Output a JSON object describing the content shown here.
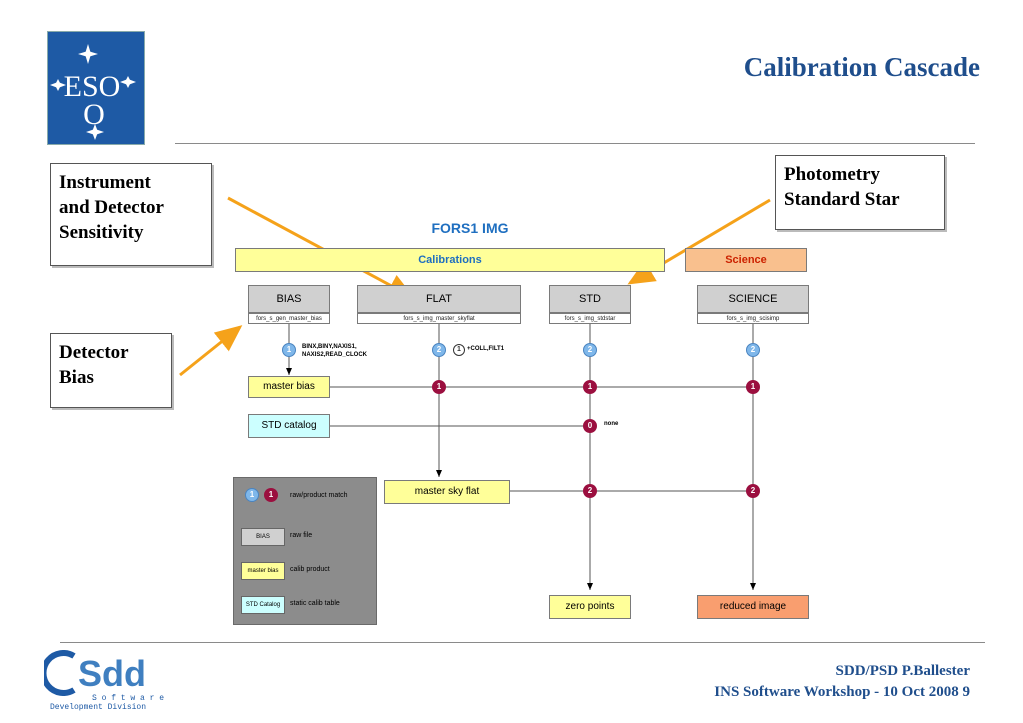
{
  "slide": {
    "title": "Calibration Cascade",
    "logo": "ESO",
    "footer_author": "SDD/PSD P.Ballester",
    "footer_event": "INS Software Workshop -  10 Oct 2008  9",
    "sdd_logo_text": "Sdd",
    "sdd_software": "S o f t w a r e",
    "sdd_division": "Development Division"
  },
  "callouts": {
    "instrument": [
      "Instrument",
      "and Detector",
      "Sensitivity"
    ],
    "photometry": [
      "Photometry",
      "Standard Star"
    ],
    "detector": [
      "Detector",
      "Bias"
    ]
  },
  "diagram": {
    "title": "FORS1 IMG",
    "band_calibrations": "Calibrations",
    "band_science": "Science",
    "columns": [
      {
        "name": "BIAS",
        "recipe": "fors_s_gen_master_bias",
        "raw_match": "1"
      },
      {
        "name": "FLAT",
        "recipe": "fors_s_img_master_skyflat",
        "raw_match": "2"
      },
      {
        "name": "STD",
        "recipe": "fors_s_img_stdstar",
        "raw_match": "2"
      },
      {
        "name": "SCIENCE",
        "recipe": "fors_s_img_scisimp",
        "raw_match": "2"
      }
    ],
    "bias_keywords": [
      "BINX,BINY,NAXIS1,",
      "NAXIS2,READ_CLOCK"
    ],
    "flat_keywords": "+COLL,FILT1",
    "flat_extra": "1",
    "products": {
      "master_bias": "master bias",
      "std_catalog": "STD catalog",
      "master_sky_flat": "master sky flat",
      "zero_points": "zero points",
      "reduced_image": "reduced image"
    },
    "product_matches": {
      "flat_bias": "1",
      "std_bias": "1",
      "sci_bias": "1",
      "std_catalog": "0",
      "std_flat": "2",
      "sci_flat": "2"
    },
    "none_label": "none",
    "legend": {
      "match_raw": "1",
      "match_product": "1",
      "match_label": "raw/product match",
      "raw_sample": "BIAS",
      "raw_label": "raw file",
      "calib_sample": "master bias",
      "calib_label": "calib product",
      "static_sample": "STD Catalog",
      "static_label": "static calib table"
    }
  }
}
